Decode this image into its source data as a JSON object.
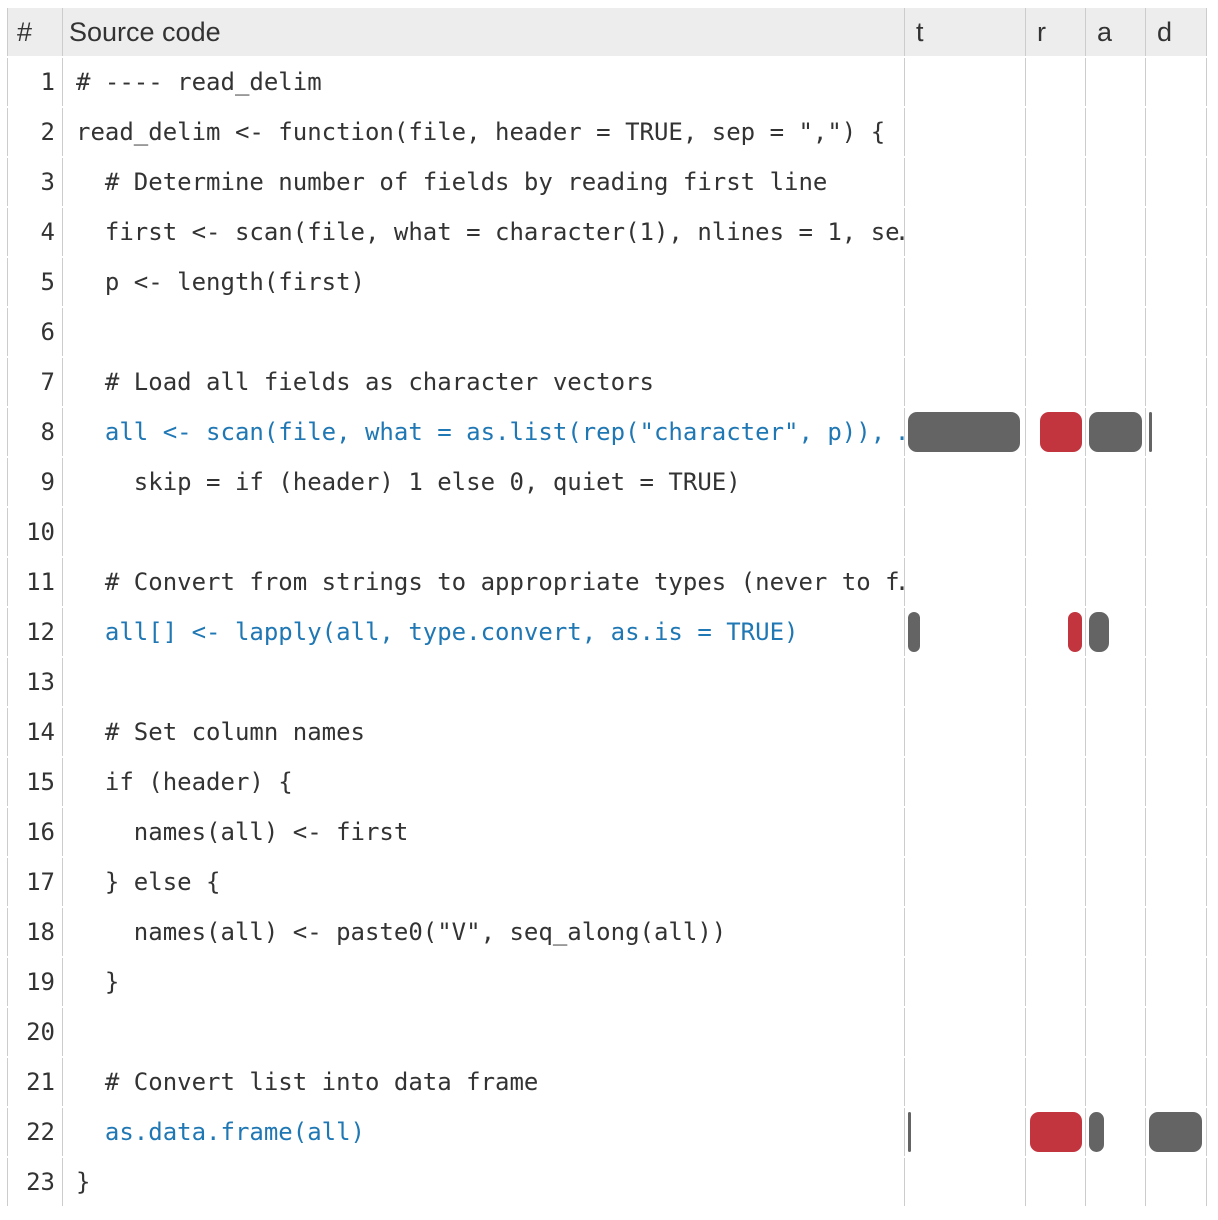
{
  "header": {
    "line_col": "#",
    "source_col": "Source code",
    "metrics": [
      "t",
      "r",
      "a",
      "d"
    ]
  },
  "colors": {
    "highlight_blue": "#1f77b4",
    "bar_gray": "#646464",
    "bar_red": "#c2343e",
    "header_bg": "#ededed",
    "grid_border": "#cccccc",
    "code_text": "#333333",
    "header_text": "#333333"
  },
  "rows": [
    {
      "num": 1,
      "code": "# ---- read_delim",
      "highlight": false,
      "bars": {
        "t": 0,
        "r": 0,
        "a": 0,
        "d": 0
      }
    },
    {
      "num": 2,
      "code": "read_delim <- function(file, header = TRUE, sep = \",\") {",
      "highlight": false,
      "bars": {
        "t": 0,
        "r": 0,
        "a": 0,
        "d": 0
      }
    },
    {
      "num": 3,
      "code": "  # Determine number of fields by reading first line",
      "highlight": false,
      "bars": {
        "t": 0,
        "r": 0,
        "a": 0,
        "d": 0
      }
    },
    {
      "num": 4,
      "code": "  first <- scan(file, what = character(1), nlines = 1, se…",
      "highlight": false,
      "bars": {
        "t": 0,
        "r": 0,
        "a": 0,
        "d": 0
      }
    },
    {
      "num": 5,
      "code": "  p <- length(first)",
      "highlight": false,
      "bars": {
        "t": 0,
        "r": 0,
        "a": 0,
        "d": 0
      }
    },
    {
      "num": 6,
      "code": "",
      "highlight": false,
      "bars": {
        "t": 0,
        "r": 0,
        "a": 0,
        "d": 0
      }
    },
    {
      "num": 7,
      "code": "  # Load all fields as character vectors",
      "highlight": false,
      "bars": {
        "t": 0,
        "r": 0,
        "a": 0,
        "d": 0
      }
    },
    {
      "num": 8,
      "code": "  all <- scan(file, what = as.list(rep(\"character\", p)), …",
      "highlight": true,
      "bars": {
        "t": 112,
        "r": 42,
        "a": 53,
        "d": 3
      }
    },
    {
      "num": 9,
      "code": "    skip = if (header) 1 else 0, quiet = TRUE)",
      "highlight": false,
      "bars": {
        "t": 0,
        "r": 0,
        "a": 0,
        "d": 0
      }
    },
    {
      "num": 10,
      "code": "",
      "highlight": false,
      "bars": {
        "t": 0,
        "r": 0,
        "a": 0,
        "d": 0
      }
    },
    {
      "num": 11,
      "code": "  # Convert from strings to appropriate types (never to f…",
      "highlight": false,
      "bars": {
        "t": 0,
        "r": 0,
        "a": 0,
        "d": 0
      }
    },
    {
      "num": 12,
      "code": "  all[] <- lapply(all, type.convert, as.is = TRUE)",
      "highlight": true,
      "bars": {
        "t": 12,
        "r": 14,
        "a": 20,
        "d": 0
      }
    },
    {
      "num": 13,
      "code": "",
      "highlight": false,
      "bars": {
        "t": 0,
        "r": 0,
        "a": 0,
        "d": 0
      }
    },
    {
      "num": 14,
      "code": "  # Set column names",
      "highlight": false,
      "bars": {
        "t": 0,
        "r": 0,
        "a": 0,
        "d": 0
      }
    },
    {
      "num": 15,
      "code": "  if (header) {",
      "highlight": false,
      "bars": {
        "t": 0,
        "r": 0,
        "a": 0,
        "d": 0
      }
    },
    {
      "num": 16,
      "code": "    names(all) <- first",
      "highlight": false,
      "bars": {
        "t": 0,
        "r": 0,
        "a": 0,
        "d": 0
      }
    },
    {
      "num": 17,
      "code": "  } else {",
      "highlight": false,
      "bars": {
        "t": 0,
        "r": 0,
        "a": 0,
        "d": 0
      }
    },
    {
      "num": 18,
      "code": "    names(all) <- paste0(\"V\", seq_along(all))",
      "highlight": false,
      "bars": {
        "t": 0,
        "r": 0,
        "a": 0,
        "d": 0
      }
    },
    {
      "num": 19,
      "code": "  }",
      "highlight": false,
      "bars": {
        "t": 0,
        "r": 0,
        "a": 0,
        "d": 0
      }
    },
    {
      "num": 20,
      "code": "",
      "highlight": false,
      "bars": {
        "t": 0,
        "r": 0,
        "a": 0,
        "d": 0
      }
    },
    {
      "num": 21,
      "code": "  # Convert list into data frame",
      "highlight": false,
      "bars": {
        "t": 0,
        "r": 0,
        "a": 0,
        "d": 0
      }
    },
    {
      "num": 22,
      "code": "  as.data.frame(all)",
      "highlight": true,
      "bars": {
        "t": 3,
        "r": 52,
        "a": 15,
        "d": 53
      }
    },
    {
      "num": 23,
      "code": "}",
      "highlight": false,
      "bars": {
        "t": 0,
        "r": 0,
        "a": 0,
        "d": 0
      }
    }
  ]
}
